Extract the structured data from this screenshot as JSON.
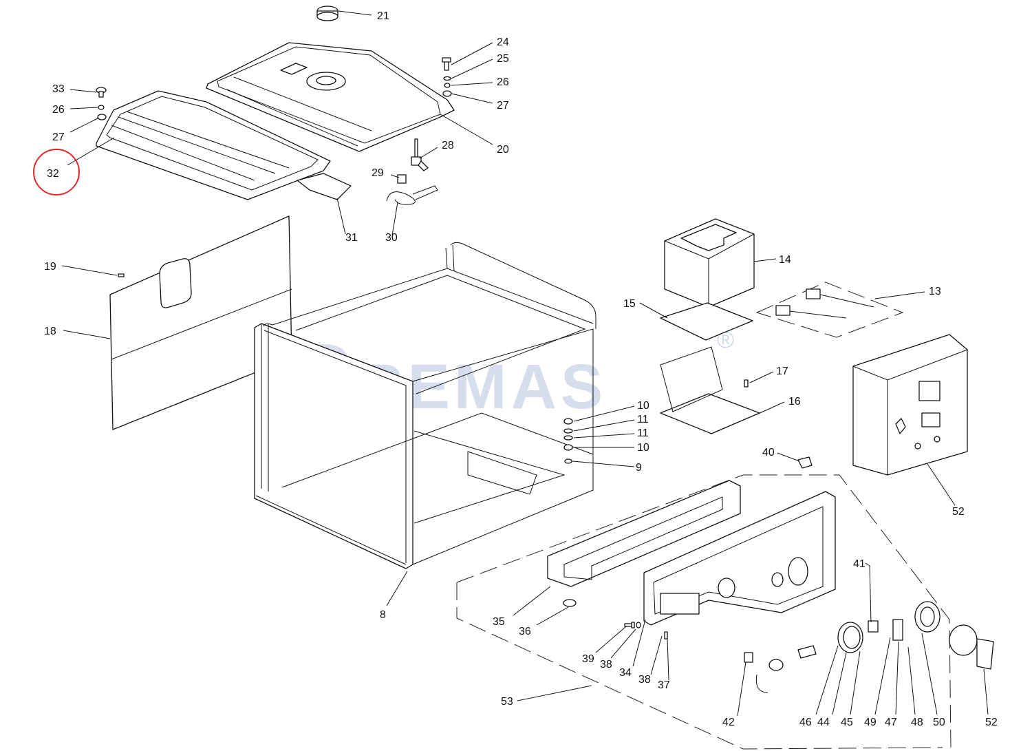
{
  "watermark": {
    "text": "REMAS",
    "mark": "®"
  },
  "highlight_color": "#e5262b",
  "highlighted_label": "32",
  "callouts": [
    "21",
    "24",
    "25",
    "26",
    "27",
    "20",
    "28",
    "33",
    "26",
    "27",
    "32",
    "29",
    "30",
    "31",
    "19",
    "18",
    "14",
    "15",
    "13",
    "17",
    "16",
    "10",
    "11",
    "11",
    "10",
    "9",
    "40",
    "52",
    "8",
    "35",
    "36",
    "39",
    "38",
    "34",
    "38",
    "37",
    "41",
    "42",
    "46",
    "44",
    "45",
    "49",
    "47",
    "48",
    "50",
    "52",
    "53"
  ]
}
